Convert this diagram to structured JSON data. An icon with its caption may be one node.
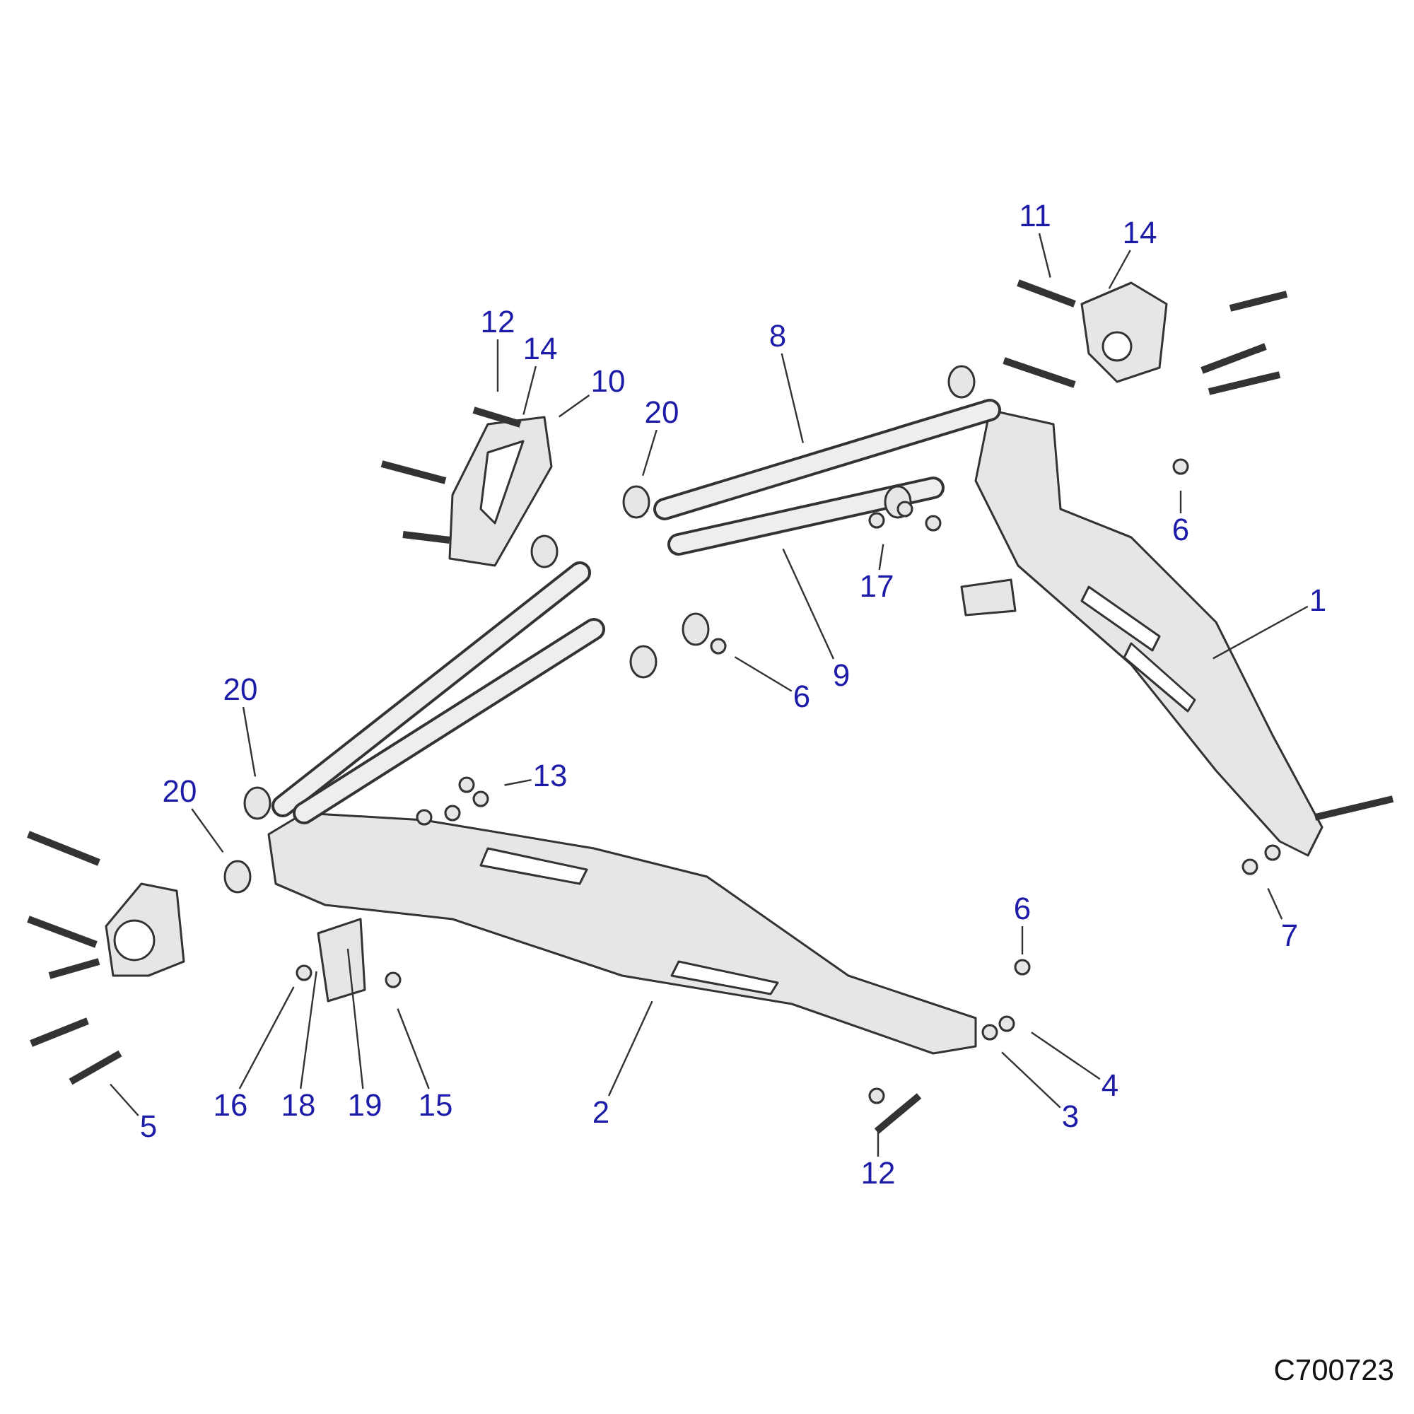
{
  "diagram": {
    "nodes": [
      {
        "text": [
          "1"
        ]
      },
      {
        "text": [
          "2"
        ]
      },
      {
        "text": [
          "3"
        ]
      },
      {
        "text": [
          "4"
        ]
      },
      {
        "text": [
          "5"
        ]
      },
      {
        "text": [
          "6"
        ]
      },
      {
        "text": [
          "6"
        ]
      },
      {
        "text": [
          "6"
        ]
      },
      {
        "text": [
          "7"
        ]
      },
      {
        "text": [
          "8"
        ]
      },
      {
        "text": [
          "9"
        ]
      },
      {
        "text": [
          "10"
        ]
      },
      {
        "text": [
          "11"
        ]
      },
      {
        "text": [
          "12"
        ]
      },
      {
        "text": [
          "12"
        ]
      },
      {
        "text": [
          "13"
        ]
      },
      {
        "text": [
          "14"
        ]
      },
      {
        "text": [
          "14"
        ]
      },
      {
        "text": [
          "15"
        ]
      },
      {
        "text": [
          "16"
        ]
      },
      {
        "text": [
          "17"
        ]
      },
      {
        "text": [
          "18"
        ]
      },
      {
        "text": [
          "19"
        ]
      },
      {
        "text": [
          "20"
        ]
      },
      {
        "text": [
          "20"
        ]
      },
      {
        "text": [
          "20"
        ]
      }
    ],
    "edges": [
      {
        "from": 0,
        "to": null,
        "arrow": "none"
      },
      {
        "from": 1,
        "to": null,
        "arrow": "none"
      },
      {
        "from": 2,
        "to": null,
        "arrow": "none"
      },
      {
        "from": 3,
        "to": null,
        "arrow": "none"
      },
      {
        "from": 4,
        "to": null,
        "arrow": "none"
      },
      {
        "from": 5,
        "to": null,
        "arrow": "none"
      },
      {
        "from": 6,
        "to": null,
        "arrow": "none"
      },
      {
        "from": 7,
        "to": null,
        "arrow": "none"
      },
      {
        "from": 8,
        "to": null,
        "arrow": "none"
      },
      {
        "from": 9,
        "to": null,
        "arrow": "none"
      },
      {
        "from": 10,
        "to": null,
        "arrow": "none"
      },
      {
        "from": 11,
        "to": null,
        "arrow": "none"
      },
      {
        "from": 12,
        "to": null,
        "arrow": "none"
      },
      {
        "from": 13,
        "to": null,
        "arrow": "none"
      },
      {
        "from": 14,
        "to": null,
        "arrow": "none"
      },
      {
        "from": 15,
        "to": null,
        "arrow": "none"
      },
      {
        "from": 16,
        "to": null,
        "arrow": "none"
      },
      {
        "from": 17,
        "to": null,
        "arrow": "none"
      },
      {
        "from": 18,
        "to": null,
        "arrow": "none"
      },
      {
        "from": 19,
        "to": null,
        "arrow": "none"
      },
      {
        "from": 20,
        "to": null,
        "arrow": "none"
      },
      {
        "from": 21,
        "to": null,
        "arrow": "none"
      },
      {
        "from": 22,
        "to": null,
        "arrow": "none"
      },
      {
        "from": 23,
        "to": null,
        "arrow": "none"
      },
      {
        "from": 24,
        "to": null,
        "arrow": "none"
      },
      {
        "from": 25,
        "to": null,
        "arrow": "none"
      }
    ],
    "labels": [
      "C700723"
    ]
  }
}
